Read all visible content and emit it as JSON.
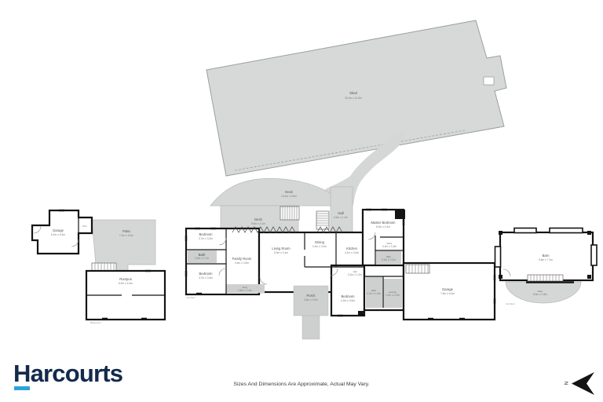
{
  "branding": {
    "logo_text": "Harcourts"
  },
  "footer": {
    "disclaimer": "Sizes And Dimensions Are Approximate, Actual May Vary."
  },
  "compass": {
    "label": "N"
  },
  "colors": {
    "wall": "#141414",
    "area_grey": "#d5d7d6",
    "room_grey": "#cdd0cf",
    "logo_navy": "#132a4d",
    "logo_blue": "#2ba3dd"
  },
  "plan": {
    "shed": {
      "name": "Shed",
      "dims": "26.0m x 11.5m"
    },
    "deck_upper": {
      "name": "Deck",
      "dims": "15.0m x 5.8m"
    },
    "deck_lower": {
      "name": "Deck",
      "dims": "9.6m x 3.2m"
    },
    "hall_upper": {
      "name": "Hall",
      "dims": "4.6m x 1.4m"
    },
    "garage_left": {
      "name": "Garage",
      "dims": "6.2m x 5.4m"
    },
    "wc": {
      "name": "W.C"
    },
    "patio_left": {
      "name": "Patio",
      "dims": "7.4m x 5.6m"
    },
    "rumpus": {
      "name": "Rumpus",
      "dims": "8.9m x 5.3m"
    },
    "bedroom1": {
      "name": "Bedroom",
      "dims": "3.7m x 3.2m"
    },
    "bath1": {
      "name": "Bath",
      "dims": "2.6m x 1.7m"
    },
    "bedroom2": {
      "name": "Bedroom",
      "dims": "3.7m x 3.4m"
    },
    "family": {
      "name": "Family Room",
      "dims": "4.4m x 3.6m"
    },
    "living": {
      "name": "Living Room",
      "dims": "5.9m x 4.4m"
    },
    "dining": {
      "name": "Dining",
      "dims": "3.4m x 3.0m"
    },
    "kitchen": {
      "name": "Kitchen",
      "dims": "4.1m x 3.0m"
    },
    "entry": {
      "name": "Entry",
      "dims": "2.8m x 1.4m"
    },
    "master": {
      "name": "Master Bedroom",
      "dims": "6.0m x 4.2m"
    },
    "robe": {
      "name": "Robe",
      "dims": "3.2m x 1.6m"
    },
    "bath2": {
      "name": "Bath",
      "dims": "3.2m x 2.2m"
    },
    "hall_mid": {
      "name": "Hall",
      "dims": "3.2m x 1.2m"
    },
    "bedroom3": {
      "name": "Bedroom",
      "dims": "4.2m x 3.6m"
    },
    "porch": {
      "name": "Porch",
      "dims": "3.6m x 3.0m"
    },
    "bath3": {
      "name": "Bath",
      "dims": "2.2m x 1.6m"
    },
    "laundry": {
      "name": "Laundry",
      "dims": "2.4m x 2.0m"
    },
    "garage_main": {
      "name": "Garage",
      "dims": "7.6m x 6.3m"
    },
    "barn": {
      "name": "Barn",
      "dims": "9.8m x 7.2m"
    },
    "patio_right": {
      "name": "Patio",
      "dims": "8.8m x 2.8m"
    },
    "captions": {
      "left": "Basement",
      "main": "1st Floor",
      "right": "1st Floor"
    }
  }
}
